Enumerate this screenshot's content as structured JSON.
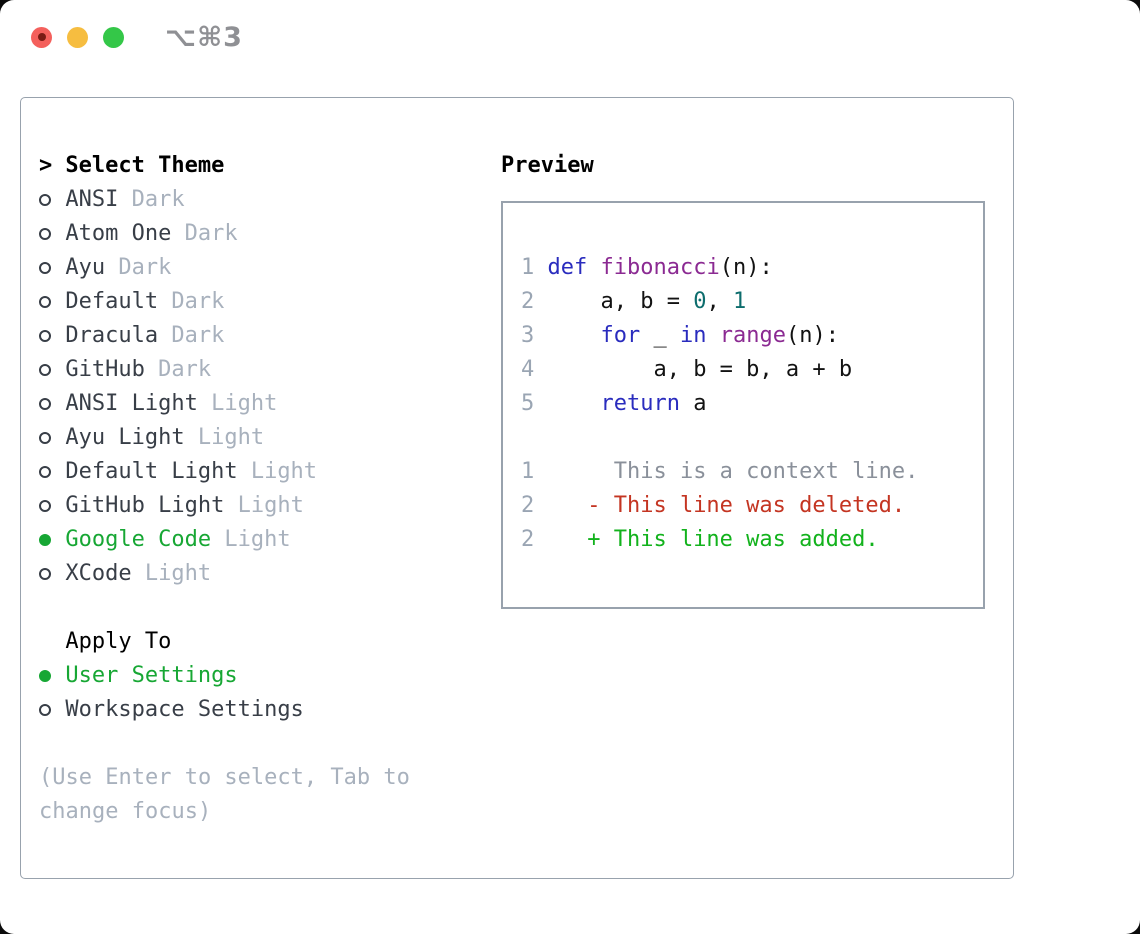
{
  "window": {
    "title": "⌥⌘3",
    "traffic_lights": [
      "close",
      "minimize",
      "zoom"
    ]
  },
  "colors": {
    "accent_green": "#17a734",
    "keyword_blue": "#2a2cbe",
    "function_purple": "#8b2a92",
    "number_teal": "#0d6d6d",
    "deleted_red": "#c43522",
    "added_green": "#12b21c",
    "muted_gray": "#a8b1bd",
    "linenum_gray": "#9aa5b3",
    "context_gray": "#8a909a",
    "text_dark": "#383e47",
    "border_gray": "#98a2ad",
    "title_gray": "#8f9094",
    "tl_red": "#f4605c",
    "tl_red_dot": "#7a1b14",
    "tl_yellow": "#f6bd40",
    "tl_green": "#34c748"
  },
  "theme_panel": {
    "cursor": ">",
    "header": "Select Theme",
    "items": [
      {
        "name": "ANSI",
        "variant": "Dark",
        "selected": false
      },
      {
        "name": "Atom One",
        "variant": "Dark",
        "selected": false
      },
      {
        "name": "Ayu",
        "variant": "Dark",
        "selected": false
      },
      {
        "name": "Default",
        "variant": "Dark",
        "selected": false
      },
      {
        "name": "Dracula",
        "variant": "Dark",
        "selected": false
      },
      {
        "name": "GitHub",
        "variant": "Dark",
        "selected": false
      },
      {
        "name": "ANSI Light",
        "variant": "Light",
        "selected": false
      },
      {
        "name": "Ayu Light",
        "variant": "Light",
        "selected": false
      },
      {
        "name": "Default Light",
        "variant": "Light",
        "selected": false
      },
      {
        "name": "GitHub Light",
        "variant": "Light",
        "selected": false
      },
      {
        "name": "Google Code",
        "variant": "Light",
        "selected": true
      },
      {
        "name": "XCode",
        "variant": "Light",
        "selected": false
      }
    ],
    "apply_to": {
      "header": "Apply To",
      "options": [
        {
          "label": "User Settings",
          "selected": true
        },
        {
          "label": "Workspace Settings",
          "selected": false
        }
      ]
    },
    "help_text": "(Use Enter to select, Tab to change focus)"
  },
  "preview_panel": {
    "header": "Preview",
    "code_lines": [
      {
        "num": "1",
        "tokens": [
          [
            "def",
            "kw"
          ],
          [
            " ",
            "pl"
          ],
          [
            "fibonacci",
            "fn"
          ],
          [
            "(n):",
            "pl"
          ]
        ]
      },
      {
        "num": "2",
        "tokens": [
          [
            "    a, b = ",
            "pl"
          ],
          [
            "0",
            "num"
          ],
          [
            ", ",
            "pl"
          ],
          [
            "1",
            "num"
          ]
        ]
      },
      {
        "num": "3",
        "tokens": [
          [
            "    ",
            "pl"
          ],
          [
            "for",
            "kw"
          ],
          [
            " _ ",
            "pl"
          ],
          [
            "in",
            "kw"
          ],
          [
            " ",
            "pl"
          ],
          [
            "range",
            "fn"
          ],
          [
            "(n):",
            "pl"
          ]
        ]
      },
      {
        "num": "4",
        "tokens": [
          [
            "        a, b = b, a + b",
            "pl"
          ]
        ]
      },
      {
        "num": "5",
        "tokens": [
          [
            "    ",
            "pl"
          ],
          [
            "return",
            "kw"
          ],
          [
            " a",
            "pl"
          ]
        ]
      }
    ],
    "diff_lines": [
      {
        "num": "1",
        "marker": " ",
        "text": "This is a context line.",
        "type": "context"
      },
      {
        "num": "2",
        "marker": "-",
        "text": "This line was deleted.",
        "type": "deleted"
      },
      {
        "num": "2",
        "marker": "+",
        "text": "This line was added.",
        "type": "added"
      }
    ]
  }
}
